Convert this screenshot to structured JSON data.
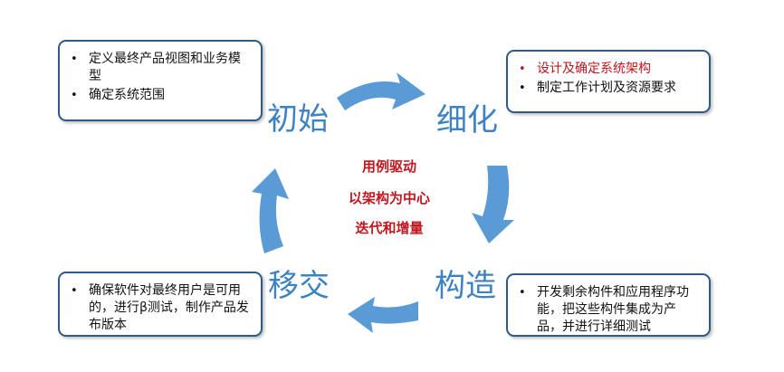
{
  "phases": {
    "inception": {
      "label": "初始",
      "notes": [
        "定义最终产品视图和业务模型",
        "确定系统范围"
      ]
    },
    "elaboration": {
      "label": "细化",
      "notes": [
        "设计及确定系统架构",
        "制定工作计划及资源要求"
      ]
    },
    "construction": {
      "label": "构造",
      "notes": [
        "开发剩余构件和应用程序功能，把这些构件集成为产品，并进行详细测试"
      ]
    },
    "transition": {
      "label": "移交",
      "notes": [
        "确保软件对最终用户是可用的，进行β测试，制作产品发布版本"
      ]
    }
  },
  "principles": [
    "用例驱动",
    "以架构为中心",
    "迭代和增量"
  ],
  "colors": {
    "phase_text": "#3d82c2",
    "arrow": "#5b9bd5",
    "principle_text": "#c0161d",
    "box_border": "#2d5a88"
  }
}
